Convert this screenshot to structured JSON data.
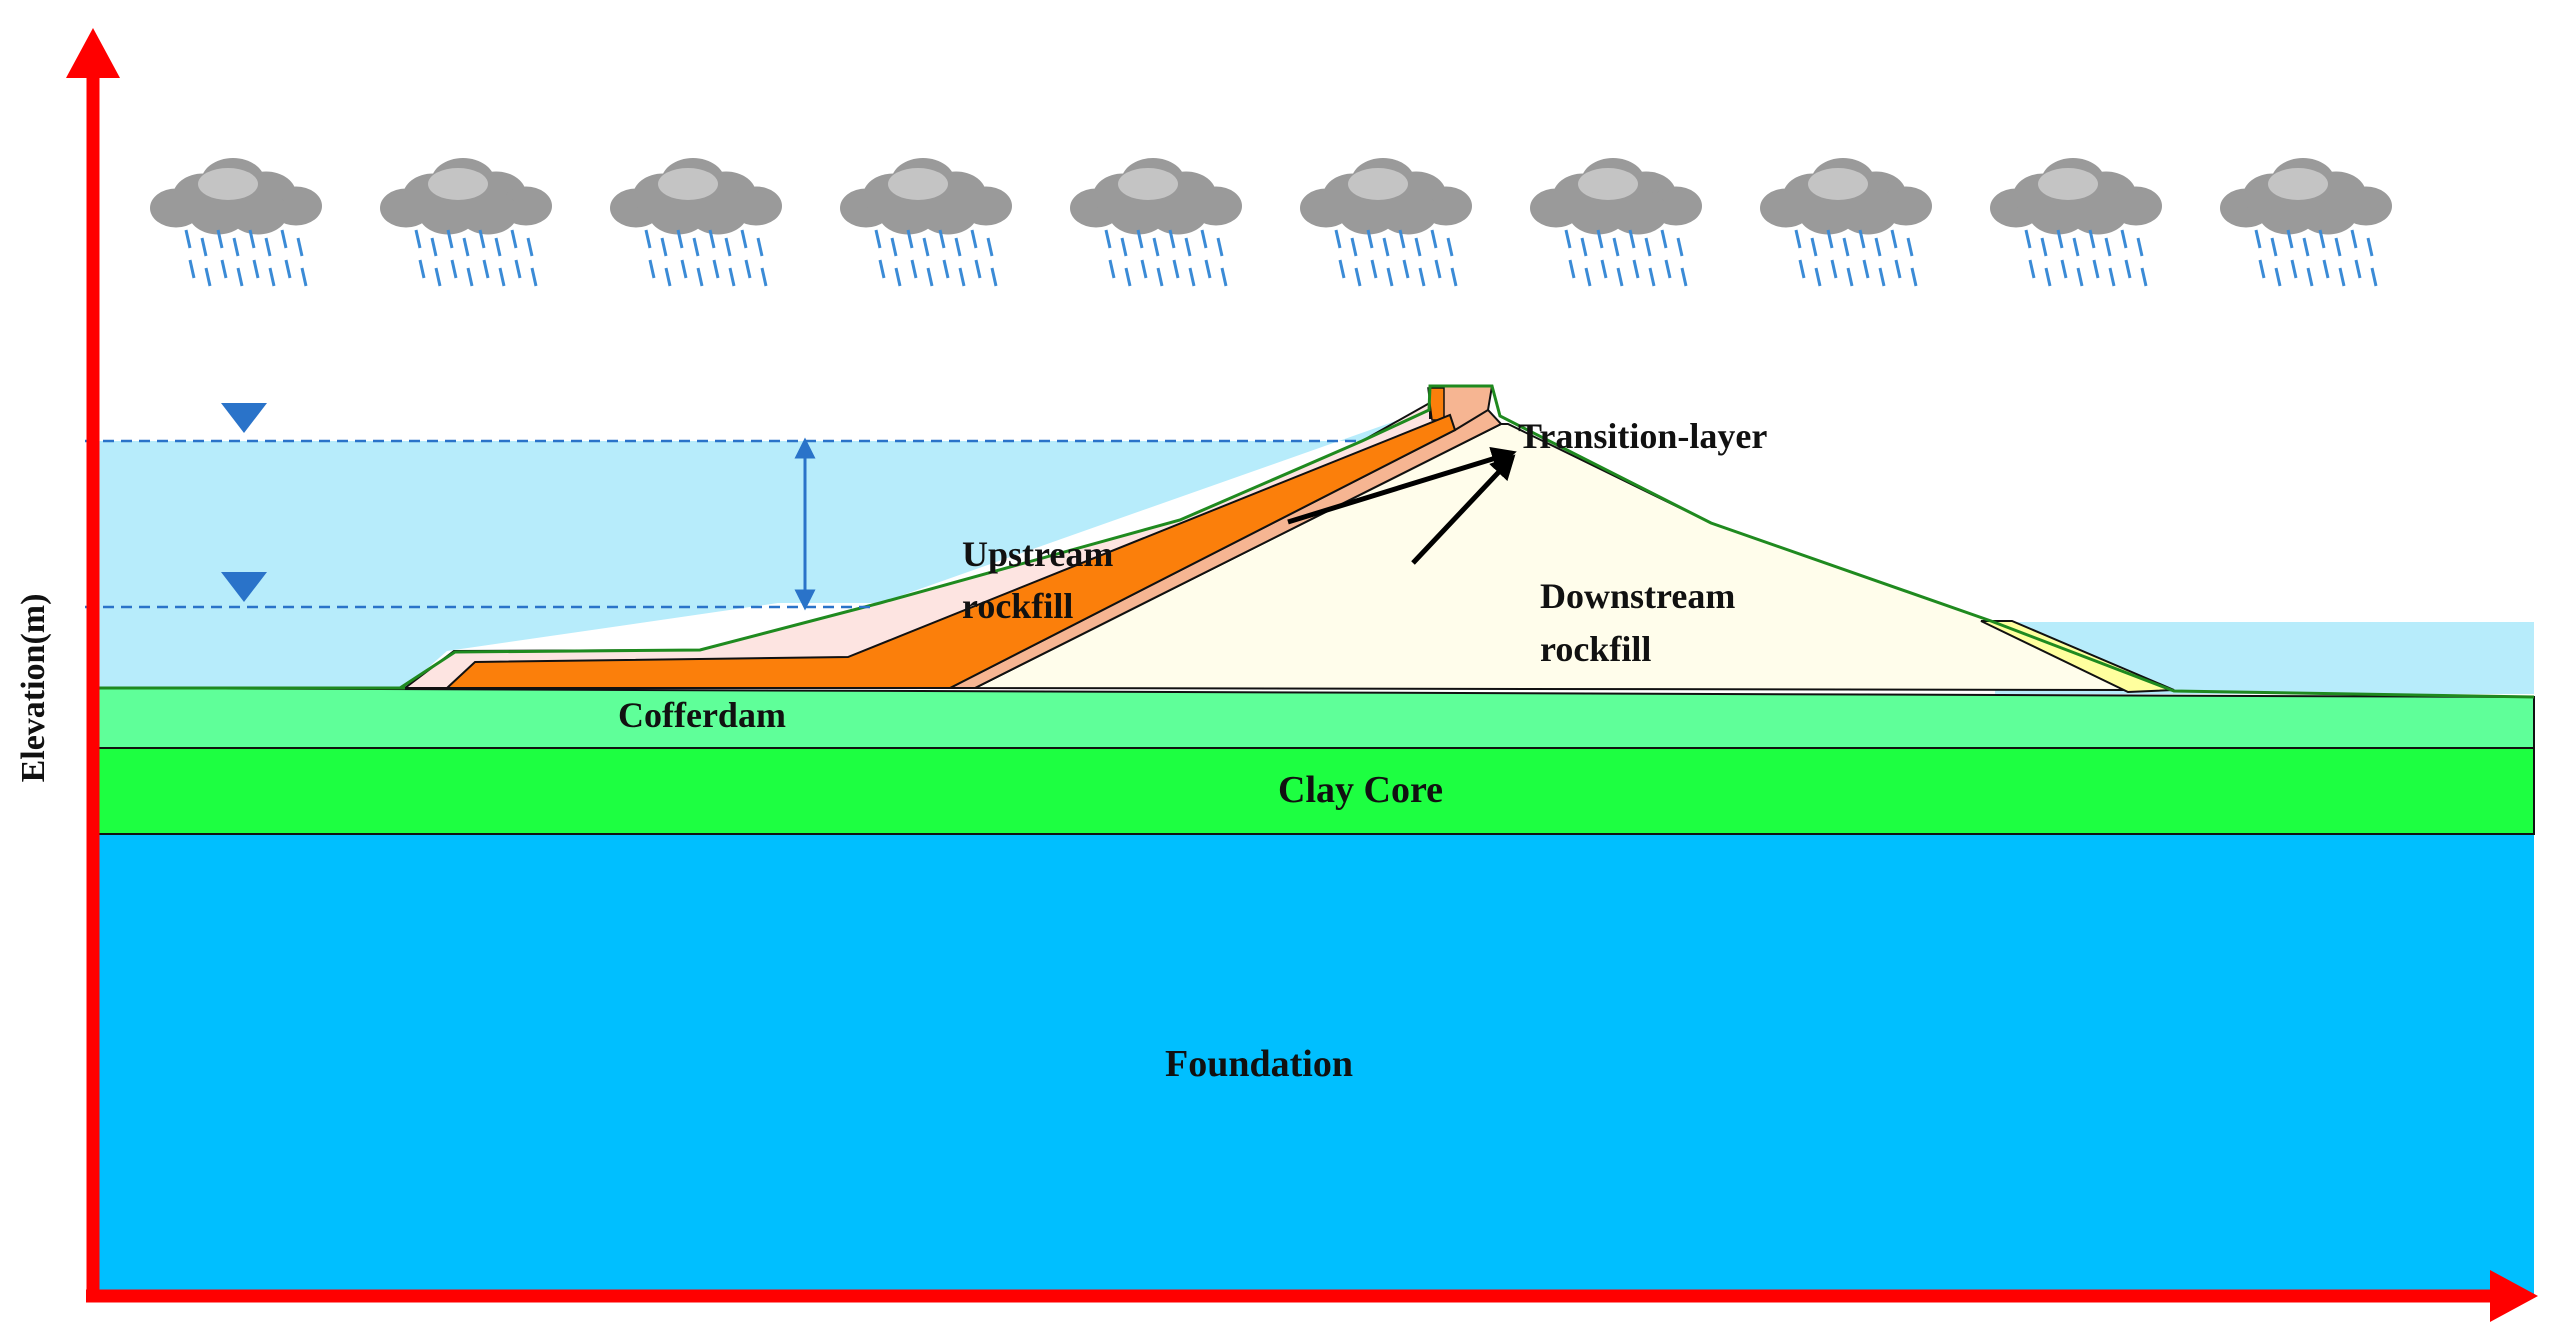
{
  "labels": {
    "transition_layer": "Transition-layer",
    "upstream_line1": "Upstream",
    "upstream_line2": "rockfill",
    "downstream_line1": "Downstream",
    "downstream_line2": "rockfill",
    "cofferdam": "Cofferdam",
    "clay_core": "Clay Core",
    "foundation": "Foundation",
    "y_axis": "Elevation(m)"
  },
  "clouds": {
    "count": 10,
    "icon": "rain-cloud-icon"
  },
  "colors": {
    "axis": "#ff0000",
    "water": "#b7ecfb",
    "water_line": "#2a73c9",
    "foundation": "#00bfff",
    "clay_core": "#1dff41",
    "cofferdam": "#5fff99",
    "upstream_rockfill": "#fb7f0b",
    "transition_layer": "#f6b592",
    "upstream_shell": "#fde4e1",
    "downstream_rockfill": "#fffdeb",
    "downstream_toe": "#ffff9e",
    "dam_outline": "#1f8a1f",
    "cloud": "#9a9a9a",
    "rain": "#3b8bd6"
  }
}
